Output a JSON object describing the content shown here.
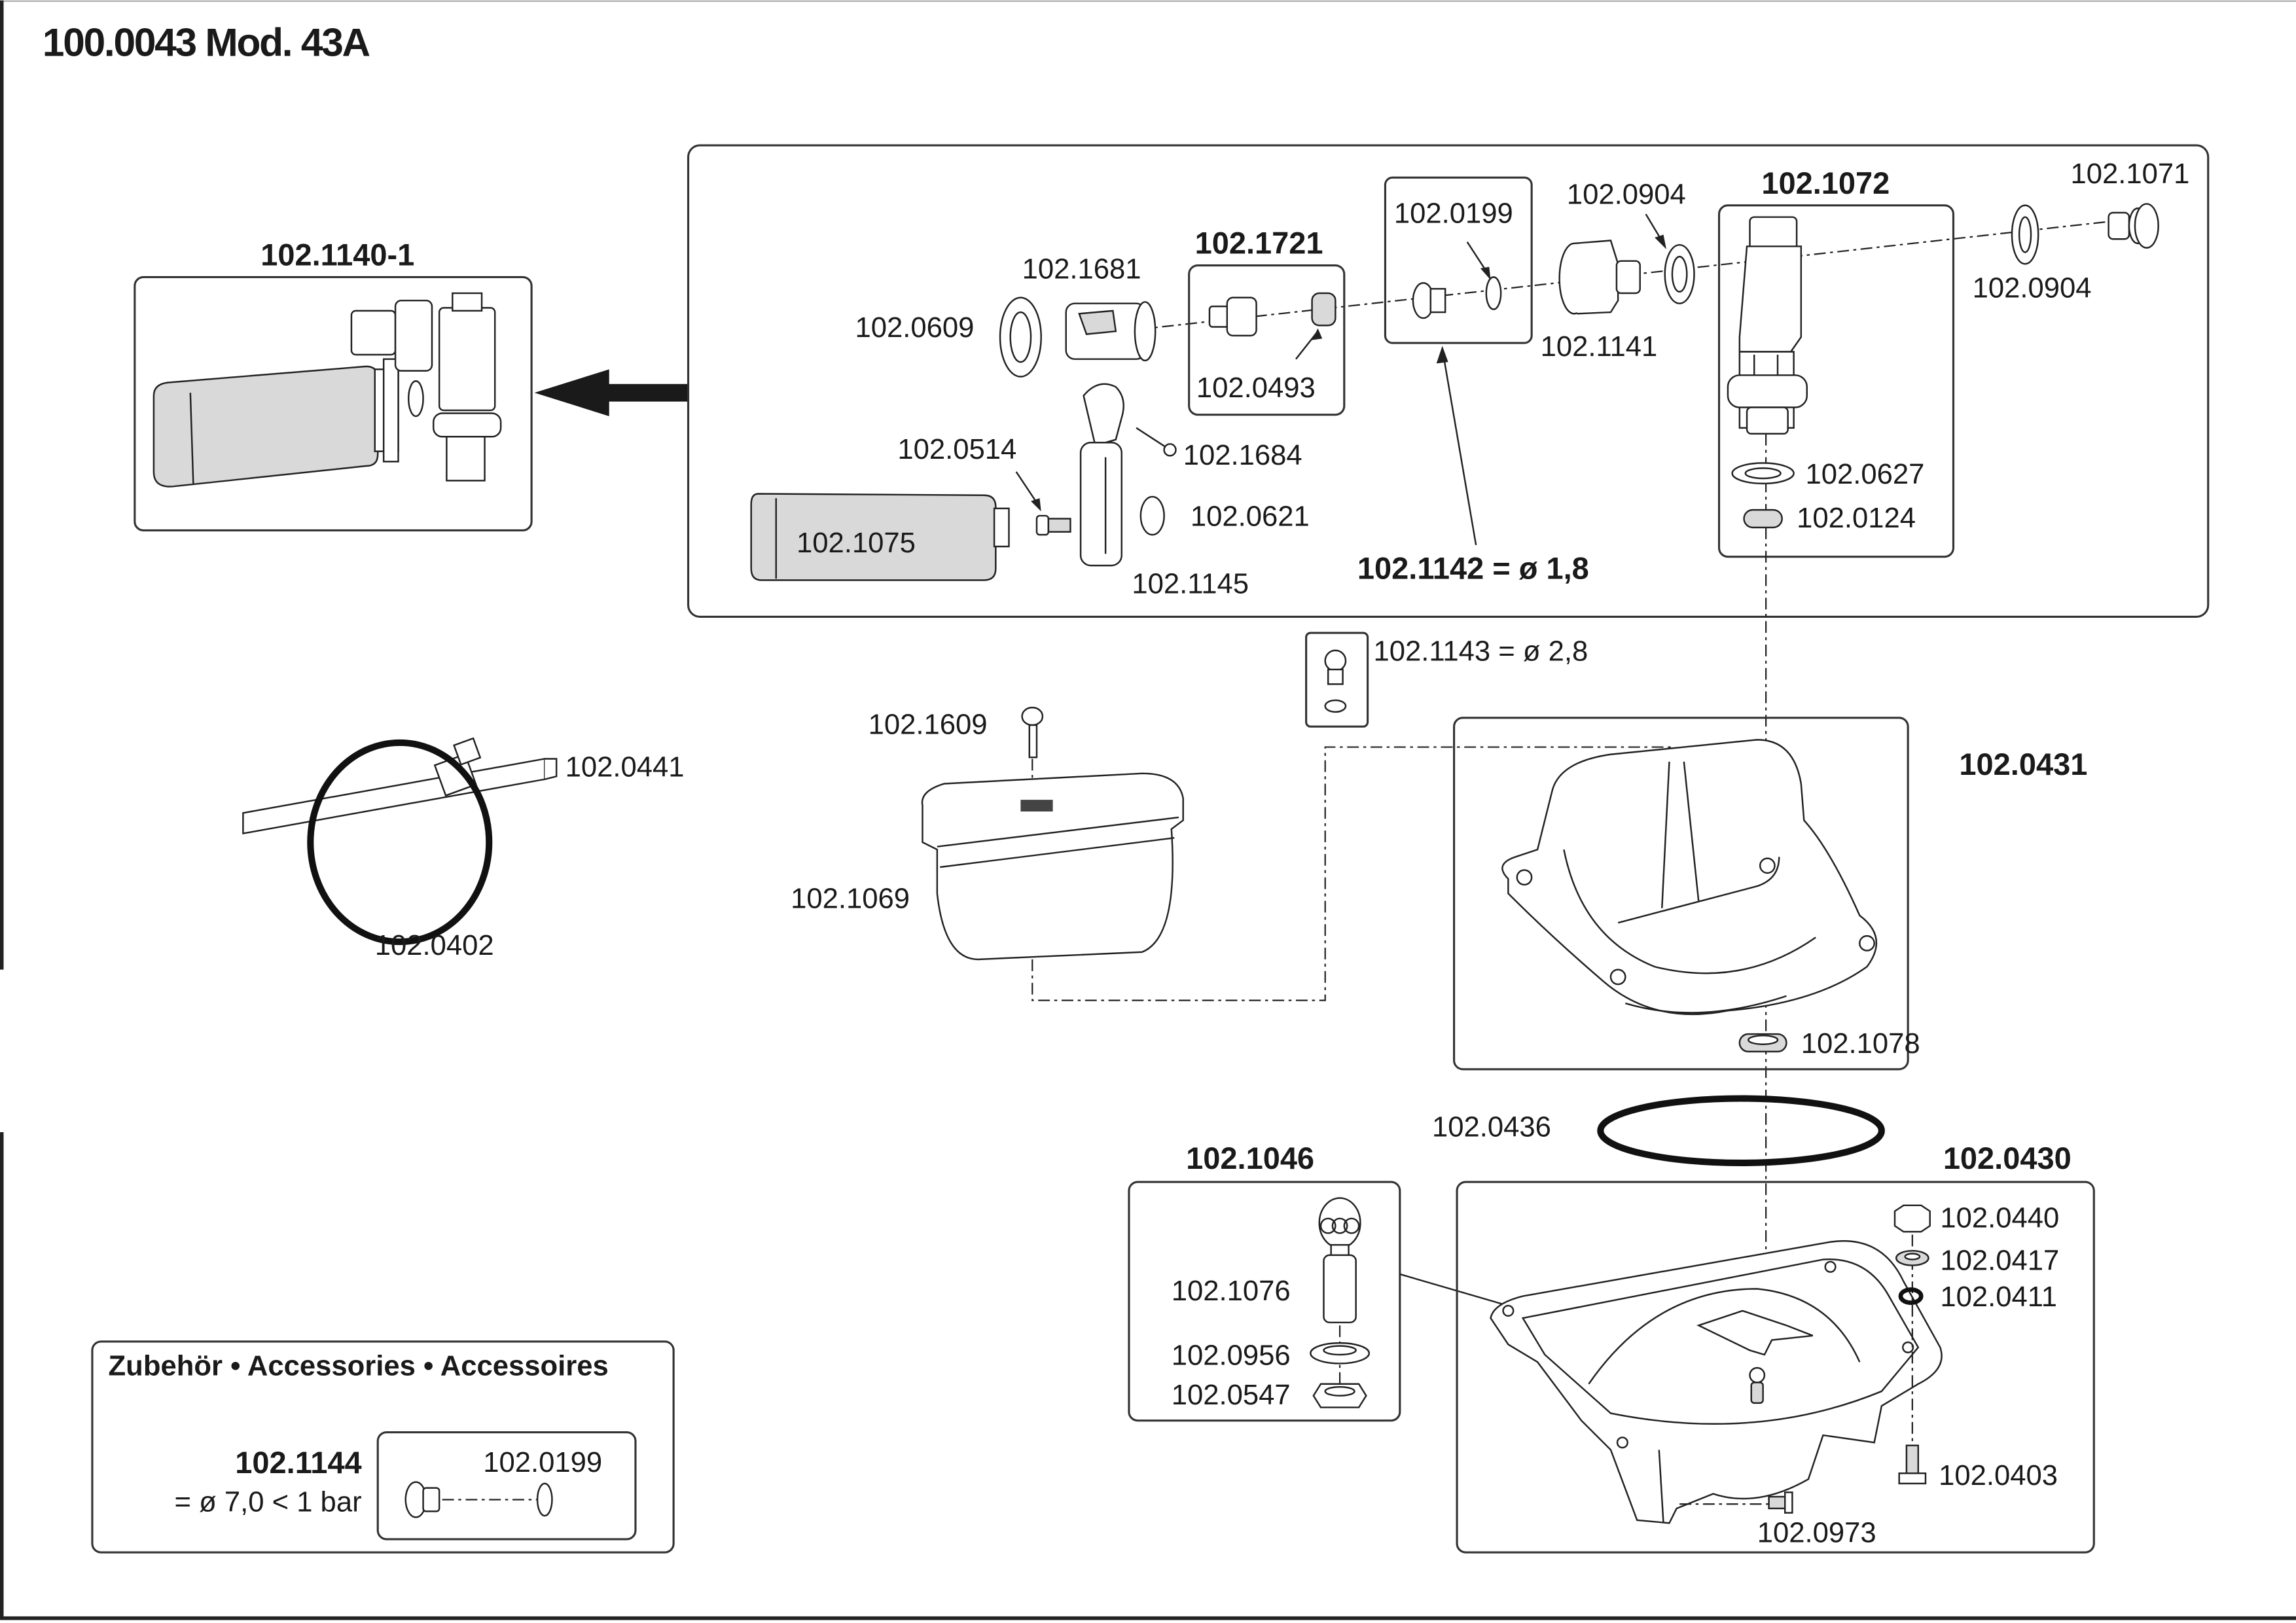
{
  "document": {
    "title": "100.0043 Mod. 43A"
  },
  "assemblies": {
    "complete_valve": {
      "number": "102.1140-1"
    },
    "valve_body_group": {
      "number": "102.1721"
    },
    "nozzle_group_18": {
      "number": "102.1142 = ø 1,8"
    },
    "nozzle_group_28": {
      "number": "102.1143 = ø 2,8"
    },
    "valve_housing_group": {
      "number": "102.1072"
    },
    "upper_bowl": {
      "number": "102.0431"
    },
    "lower_bowl": {
      "number": "102.0430"
    },
    "ball_valve_group": {
      "number": "102.1046"
    }
  },
  "parts": {
    "p0609": "102.0609",
    "p1681": "102.1681",
    "p0493": "102.0493",
    "p0199": "102.0199",
    "p0904a": "102.0904",
    "p1141": "102.1141",
    "p1071": "102.1071",
    "p0904b": "102.0904",
    "p0627": "102.0627",
    "p0124": "102.0124",
    "p0514": "102.0514",
    "p1684": "102.1684",
    "p0621": "102.0621",
    "p1075": "102.1075",
    "p1145": "102.1145",
    "p0441": "102.0441",
    "p0402": "102.0402",
    "p1609": "102.1609",
    "p1069": "102.1069",
    "p1078": "102.1078",
    "p0436": "102.0436",
    "p1076": "102.1076",
    "p0956": "102.0956",
    "p0547": "102.0547",
    "p0440": "102.0440",
    "p0417": "102.0417",
    "p0411": "102.0411",
    "p0403": "102.0403",
    "p0973": "102.0973"
  },
  "accessories": {
    "heading": "Zubehör • Accessories • Accessoires",
    "kit_number": "102.1144",
    "kit_spec": "= ø 7,0 < 1 bar",
    "kit_part": "102.0199"
  }
}
